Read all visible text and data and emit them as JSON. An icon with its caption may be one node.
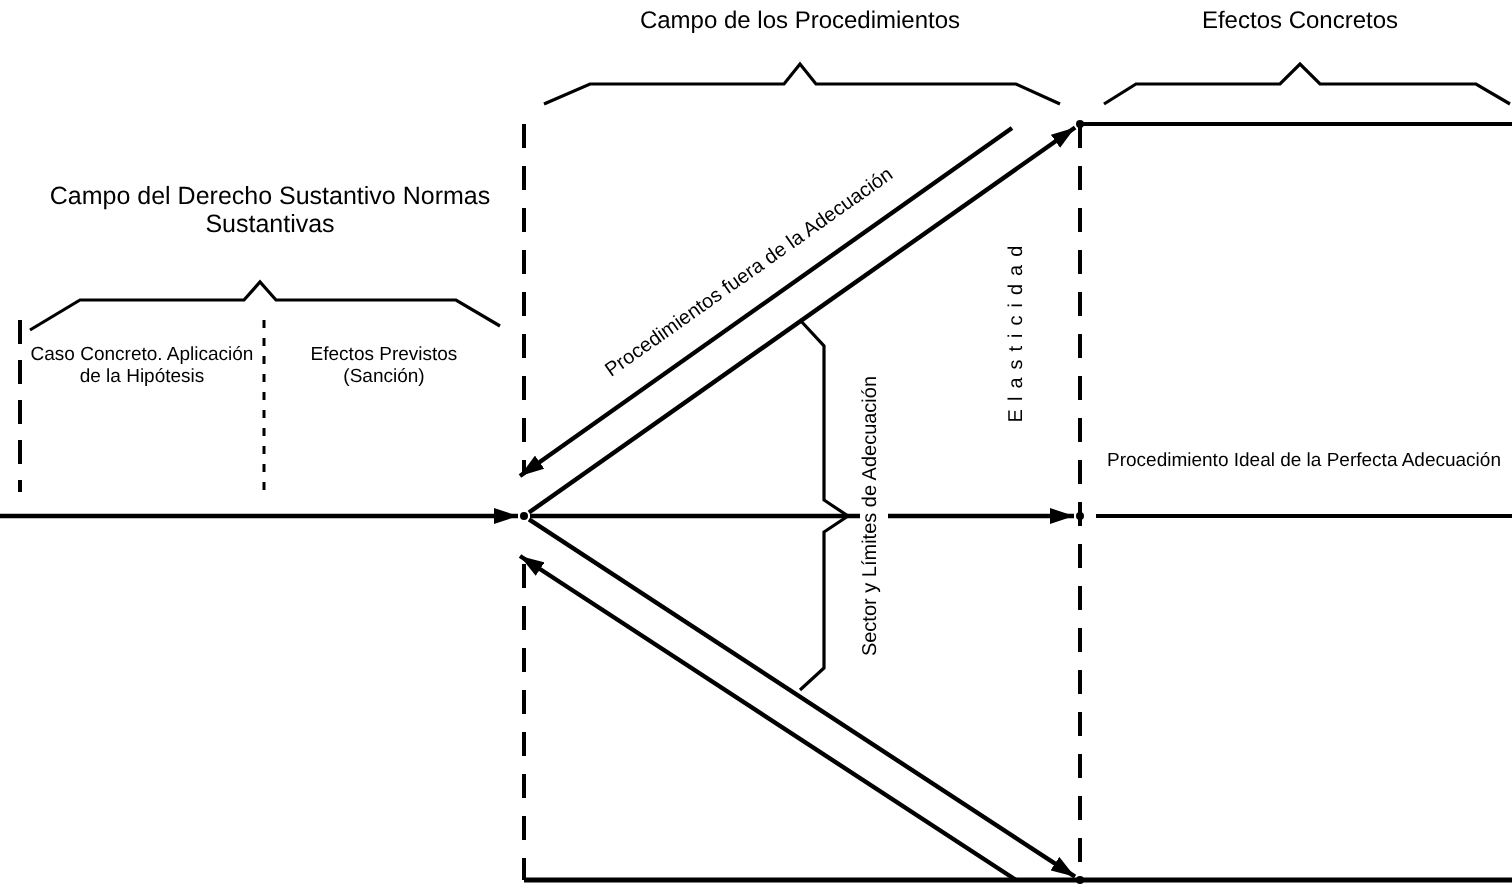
{
  "diagram": {
    "nodes": [
      {
        "text": [],
        "shape": "point"
      },
      {
        "text": [],
        "shape": "point"
      },
      {
        "text": [],
        "shape": "point"
      },
      {
        "text": [],
        "shape": "point"
      }
    ],
    "edges": [
      {
        "from": null,
        "to": 0,
        "arrow": "to"
      },
      {
        "from": 0,
        "to": 1,
        "arrow": "to"
      },
      {
        "from": 0,
        "to": 2,
        "arrow": "to"
      },
      {
        "from": 0,
        "to": 3,
        "arrow": "to"
      },
      {
        "from": 1,
        "to": 0,
        "arrow": "to",
        "label": "Procedimientos fuera de la Adecuación"
      },
      {
        "from": 3,
        "to": 0,
        "arrow": "to"
      }
    ],
    "labels": [
      "Campo de los Procedimientos",
      "Efectos Concretos",
      "Campo del Derecho Sustantivo Normas Sustantivas",
      "Caso Concreto. Aplicación de la Hipótesis",
      "Efectos Previstos (Sanción)",
      "Elasticidad",
      "Procedimiento Ideal de la Perfecta Adecuación",
      "Sector y Límites de Adecuación"
    ]
  }
}
